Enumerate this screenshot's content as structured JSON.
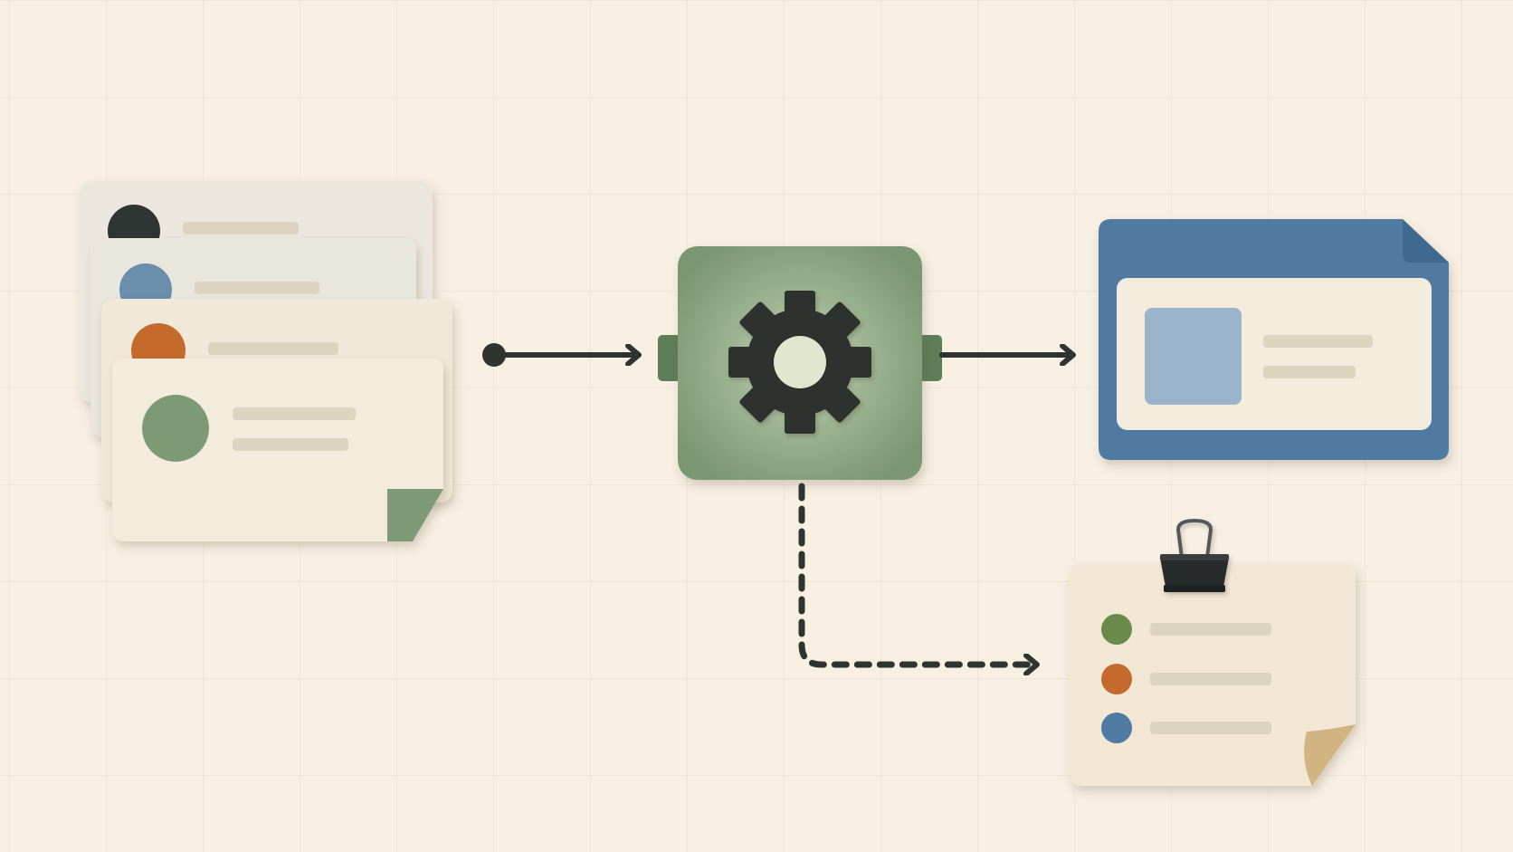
{
  "palette": {
    "background": "#f6efe2",
    "card": "#f3ecdc",
    "card_grey": "#ebe7de",
    "line": "#ddd3c1",
    "green": "#7d9a76",
    "green_dot": "#6a8a4c",
    "orange": "#c46a2c",
    "blue": "#4f7aa1",
    "blue_light": "#9ab4cc",
    "dark": "#2f3431",
    "tan": "#d2b482"
  },
  "nodes": {
    "inputs": {
      "kind": "stack-of-record-cards",
      "count": 4,
      "avatar_colors": [
        "#2f3431",
        "#6a8eab",
        "#c46a2c",
        "#7d9a76"
      ]
    },
    "processor": {
      "kind": "processing-block",
      "icon": "gear-icon"
    },
    "output": {
      "kind": "window-card",
      "icon": "image-placeholder-icon"
    },
    "log": {
      "kind": "clipped-list-note",
      "icon": "binder-clip-icon",
      "bullet_colors": [
        "#6a8a4c",
        "#c46a2c",
        "#4f7aa1"
      ]
    }
  },
  "edges": [
    {
      "from": "inputs",
      "to": "processor",
      "style": "solid"
    },
    {
      "from": "processor",
      "to": "output",
      "style": "solid"
    },
    {
      "from": "processor",
      "to": "log",
      "style": "dashed"
    }
  ]
}
